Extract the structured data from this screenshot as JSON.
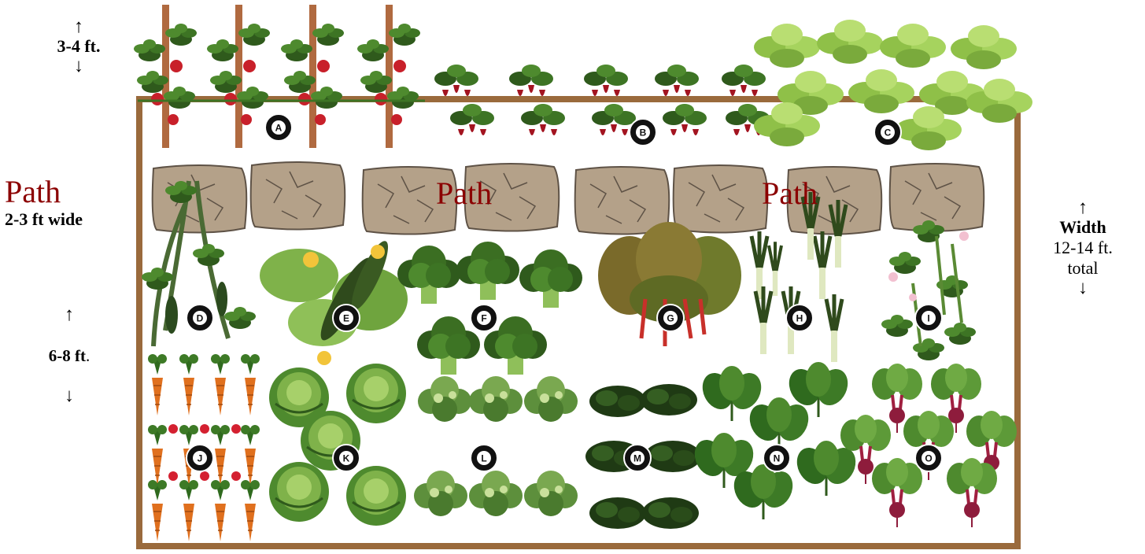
{
  "height_label": {
    "up": "↑",
    "value": "3-4 ft.",
    "down": "↓"
  },
  "path_left": {
    "title": "Path",
    "sub": "2-3 ft wide"
  },
  "length_label": {
    "up": "↑",
    "value": "6-8 ft",
    "suffix": ".",
    "down": "↓"
  },
  "width_label": {
    "up": "↑",
    "bold": "Width",
    "value": "12-14 ft.",
    "total": "total",
    "down": "↓"
  },
  "path_center": "Path",
  "path_right": "Path",
  "plants": {
    "A": "tomato-icon",
    "B": "pepper-icon",
    "C": "bush-bean-icon",
    "D": "cucumber-icon",
    "E": "zucchini-icon",
    "F": "broccoli-icon",
    "G": "swiss-chard-icon",
    "H": "leek-icon",
    "I": "pole-bean-icon",
    "J": "carrot-radish-icon",
    "K": "cabbage-icon",
    "L": "parsley-icon",
    "M": "lettuce-icon",
    "N": "spinach-icon",
    "O": "beet-icon"
  },
  "markers": [
    "A",
    "B",
    "C",
    "D",
    "E",
    "F",
    "G",
    "H",
    "I",
    "J",
    "K",
    "L",
    "M",
    "N",
    "O"
  ],
  "colors": {
    "frame": "#9a6a3c",
    "stone": "#b4a189",
    "stone_line": "#5e5246",
    "leaf_dark": "#2f5a1c",
    "leaf_mid": "#4e8a2e",
    "leaf_light": "#9fcf5a",
    "tomato": "#c8202a",
    "carrot": "#e0701e",
    "path_text": "#8b0000"
  }
}
